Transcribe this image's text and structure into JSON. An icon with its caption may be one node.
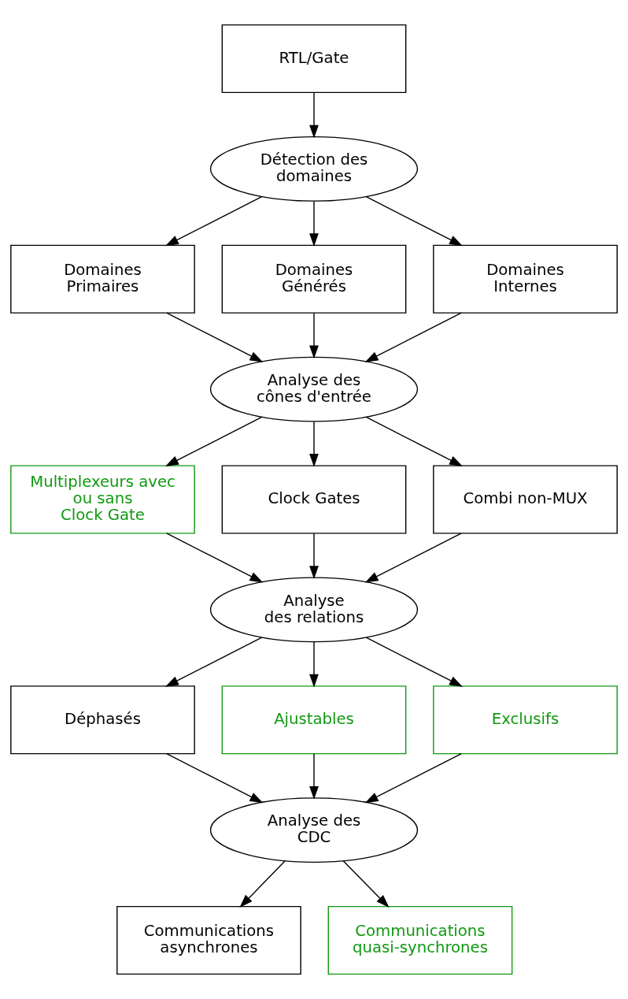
{
  "diagram": {
    "nodes": [
      {
        "text": [
          "RTL/Gate"
        ]
      },
      {
        "text": [
          "Détection des domaines"
        ]
      },
      {
        "text": [
          "Domaines Primaires"
        ]
      },
      {
        "text": [
          "Domaines Générés"
        ]
      },
      {
        "text": [
          "Domaines Internes"
        ]
      },
      {
        "text": [
          "Analyse des cônes d'entrée"
        ]
      },
      {
        "text": [
          "Multiplexeurs avec ou sans Clock Gate"
        ]
      },
      {
        "text": [
          "Clock Gates"
        ]
      },
      {
        "text": [
          "Combi non-MUX"
        ]
      },
      {
        "text": [
          "Analyse des relations"
        ]
      },
      {
        "text": [
          "Déphasés"
        ]
      },
      {
        "text": [
          "Ajustables"
        ]
      },
      {
        "text": [
          "Exclusifs"
        ]
      },
      {
        "text": [
          "Analyse des CDC"
        ]
      },
      {
        "text": [
          "Communications asynchrones"
        ]
      },
      {
        "text": [
          "Communications quasi-synchrones"
        ]
      }
    ],
    "edges": [
      {
        "from": 0,
        "to": 1,
        "arrow": "to"
      },
      {
        "from": 1,
        "to": 2,
        "arrow": "to"
      },
      {
        "from": 1,
        "to": 3,
        "arrow": "to"
      },
      {
        "from": 1,
        "to": 4,
        "arrow": "to"
      },
      {
        "from": 2,
        "to": 5,
        "arrow": "to"
      },
      {
        "from": 3,
        "to": 5,
        "arrow": "to"
      },
      {
        "from": 4,
        "to": 5,
        "arrow": "to"
      },
      {
        "from": 5,
        "to": 6,
        "arrow": "to"
      },
      {
        "from": 5,
        "to": 7,
        "arrow": "to"
      },
      {
        "from": 5,
        "to": 8,
        "arrow": "to"
      },
      {
        "from": 6,
        "to": 9,
        "arrow": "to"
      },
      {
        "from": 7,
        "to": 9,
        "arrow": "to"
      },
      {
        "from": 8,
        "to": 9,
        "arrow": "to"
      },
      {
        "from": 9,
        "to": 10,
        "arrow": "to"
      },
      {
        "from": 9,
        "to": 11,
        "arrow": "to"
      },
      {
        "from": 9,
        "to": 12,
        "arrow": "to"
      },
      {
        "from": 10,
        "to": 13,
        "arrow": "to"
      },
      {
        "from": 11,
        "to": 13,
        "arrow": "to"
      },
      {
        "from": 12,
        "to": 13,
        "arrow": "to"
      },
      {
        "from": 13,
        "to": 14,
        "arrow": "to"
      },
      {
        "from": 13,
        "to": 15,
        "arrow": "to"
      }
    ]
  }
}
